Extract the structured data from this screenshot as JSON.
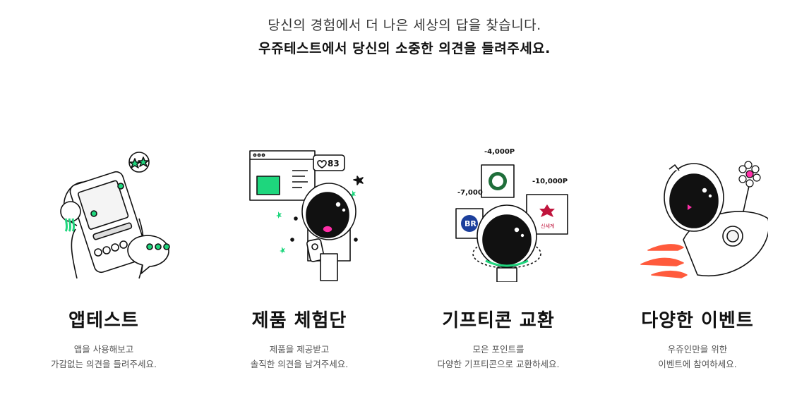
{
  "hero": {
    "line1": "당신의 경험에서 더 나은 세상의 답을 찾습니다.",
    "line2": "우쥬테스트에서 당신의 소중한 의견을 들려주세요."
  },
  "features": [
    {
      "title": "앱테스트",
      "desc1": "앱을 사용해보고",
      "desc2": "가감없는 의견을 들려주세요."
    },
    {
      "title": "제품 체험단",
      "desc1": "제품을 제공받고",
      "desc2": "솔직한 의견을 남겨주세요."
    },
    {
      "title": "기프티콘 교환",
      "desc1": "모은 포인트를",
      "desc2": "다양한 기프티콘으로 교환하세요."
    },
    {
      "title": "다양한 이벤트",
      "desc1": "우쥬인만을 위한",
      "desc2": "이벤트에 참여하세요."
    }
  ],
  "illustrations": {
    "like_count": "83",
    "gift_points": [
      "-4,000P",
      "-7,000",
      "-10,000P"
    ],
    "gift_logos": {
      "br": "BR",
      "brand3": "신세계"
    }
  },
  "colors": {
    "accent": "#1ed67d",
    "pink": "#ff2fa8",
    "rocket_fire": "#ff5a3c",
    "ink": "#111111"
  }
}
